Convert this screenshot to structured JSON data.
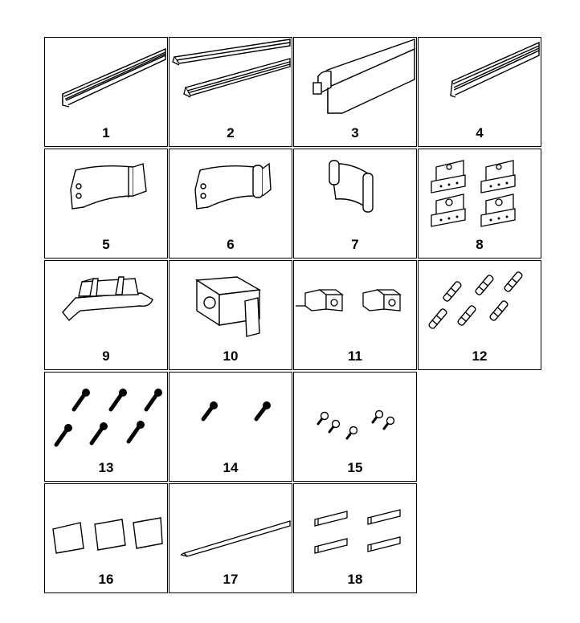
{
  "parts": [
    {
      "label": "1",
      "icon": "long-rail-profile-icon"
    },
    {
      "label": "2",
      "icon": "double-rail-profile-icon"
    },
    {
      "label": "3",
      "icon": "box-rail-profile-icon"
    },
    {
      "label": "4",
      "icon": "slim-rail-profile-icon"
    },
    {
      "label": "5",
      "icon": "curved-bracket-icon"
    },
    {
      "label": "6",
      "icon": "curved-bracket-pin-icon"
    },
    {
      "label": "7",
      "icon": "curved-end-cap-icon"
    },
    {
      "label": "8",
      "icon": "hanging-clips-set-icon"
    },
    {
      "label": "9",
      "icon": "glass-channel-icon"
    },
    {
      "label": "10",
      "icon": "corner-clamp-icon"
    },
    {
      "label": "11",
      "icon": "small-clamps-pair-icon"
    },
    {
      "label": "12",
      "icon": "wall-plugs-icon"
    },
    {
      "label": "13",
      "icon": "large-screws-icon"
    },
    {
      "label": "14",
      "icon": "medium-screws-icon"
    },
    {
      "label": "15",
      "icon": "small-screws-icon"
    },
    {
      "label": "16",
      "icon": "adhesive-pads-icon"
    },
    {
      "label": "17",
      "icon": "guide-rod-icon"
    },
    {
      "label": "18",
      "icon": "spacer-blocks-icon"
    }
  ]
}
